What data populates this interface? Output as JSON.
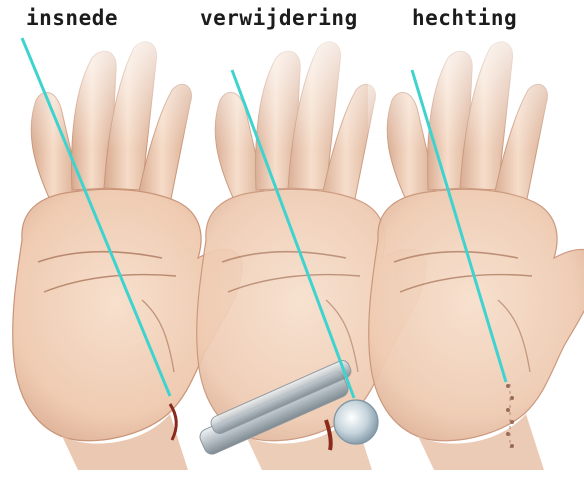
{
  "panels": [
    {
      "label": "insnede"
    },
    {
      "label": "verwijdering"
    },
    {
      "label": "hechting"
    }
  ],
  "colors": {
    "skin": "#f2d2ba",
    "skin_shadow": "#cf9f84",
    "crease": "#b98a70",
    "pointer": "#3fd3d0",
    "wound": "#8a2a1c",
    "instrument": "#c9cfd4"
  }
}
